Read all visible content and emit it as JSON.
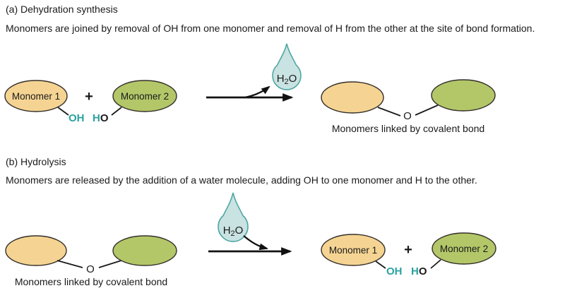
{
  "colors": {
    "monomer1_fill": "#f5d493",
    "monomer2_fill": "#b3c769",
    "droplet_fill": "#c9e3e2",
    "droplet_stroke": "#4fa7a3",
    "teal_text": "#2aa2a0",
    "ink": "#1a1a1a"
  },
  "section_a": {
    "heading": "(a) Dehydration synthesis",
    "description": "Monomers are joined by removal of OH from one monomer and removal of H from the other at the site of bond formation.",
    "reactant1_label": "Monomer 1",
    "plus": "+",
    "reactant2_label": "Monomer 2",
    "oh": "OH",
    "ho_h": "H",
    "ho_o": "O",
    "water_h": "H",
    "water_sub": "2",
    "water_o": "O",
    "bridge_oxygen": "O",
    "product_caption": "Monomers linked by covalent bond"
  },
  "section_b": {
    "heading": "(b) Hydrolysis",
    "description": "Monomers are released by the addition of a water molecule, adding OH to one monomer and H to the other.",
    "reactant_caption": "Monomers linked by covalent bond",
    "bridge_oxygen": "O",
    "water_h": "H",
    "water_sub": "2",
    "water_o": "O",
    "product1_label": "Monomer 1",
    "plus": "+",
    "product2_label": "Monomer 2",
    "oh": "OH",
    "ho_h": "H",
    "ho_o": "O"
  }
}
